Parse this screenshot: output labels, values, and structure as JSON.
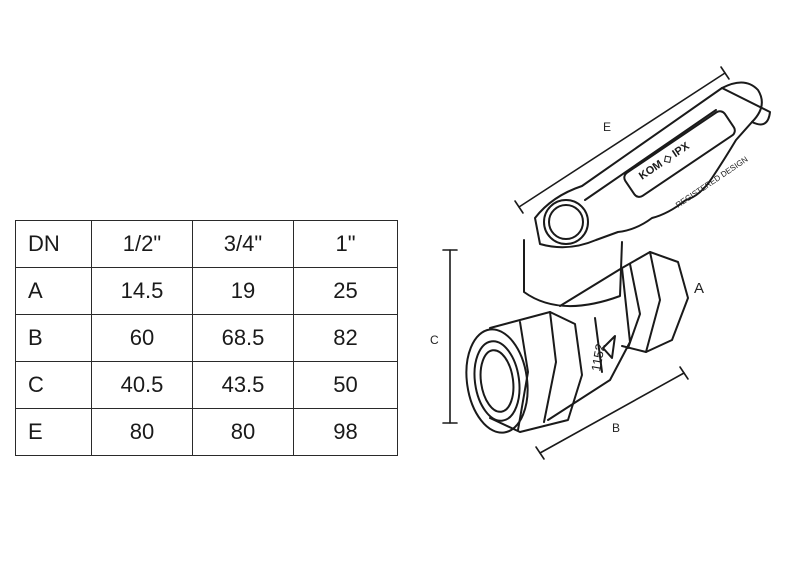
{
  "table": {
    "header": [
      "DN",
      "1/2\"",
      "3/4\"",
      "1\""
    ],
    "rows": [
      [
        "A",
        "14.5",
        "19",
        "25"
      ],
      [
        "B",
        "60",
        "68.5",
        "82"
      ],
      [
        "C",
        "40.5",
        "43.5",
        "50"
      ],
      [
        "E",
        "80",
        "80",
        "98"
      ]
    ]
  },
  "drawing": {
    "dimension_labels": {
      "A": "A",
      "B": "B",
      "C": "C",
      "E": "E"
    },
    "handle_brand": "KOM ◇ IPX",
    "handle_text": "REGISTERED DESIGN",
    "body_marking": "1152",
    "line_color": "#1a1a1a"
  }
}
